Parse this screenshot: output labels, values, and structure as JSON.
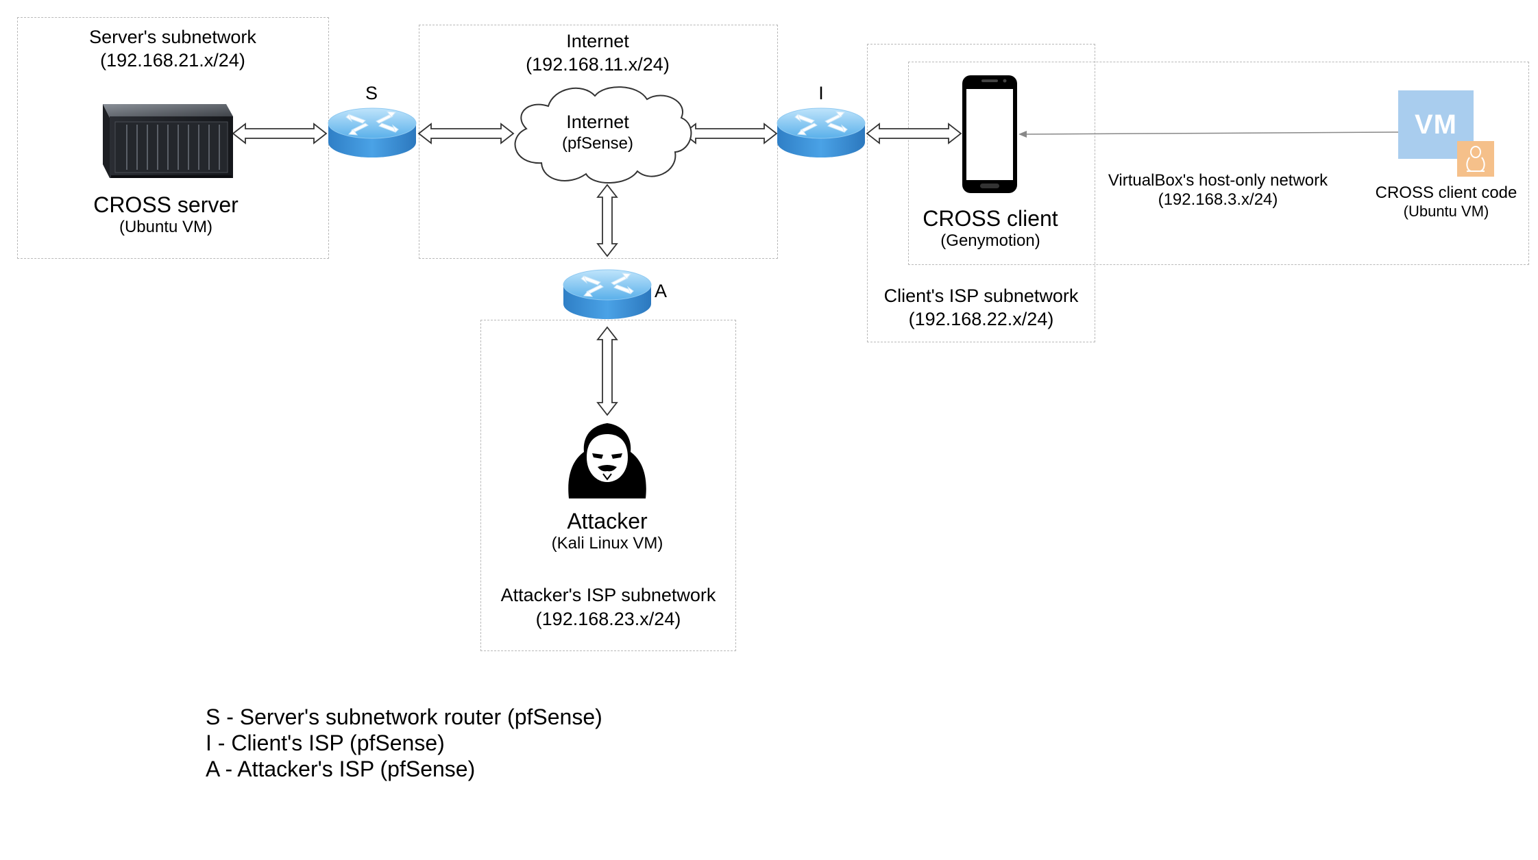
{
  "server_subnet": {
    "title": "Server's subnetwork",
    "range": "(192.168.21.x/24)",
    "node_name": "CROSS server",
    "node_sub": "(Ubuntu VM)",
    "router_label": "S"
  },
  "internet": {
    "title": "Internet",
    "range": "(192.168.11.x/24)",
    "cloud_name": "Internet",
    "cloud_sub": "(pfSense)"
  },
  "client_isp": {
    "router_label": "I",
    "node_name": "CROSS client",
    "node_sub": "(Genymotion)",
    "title": "Client's ISP subnetwork",
    "range": "(192.168.22.x/24)"
  },
  "host_only": {
    "title": "VirtualBox's host-only network",
    "range": "(192.168.3.x/24)",
    "vm_badge": "VM",
    "vm_name": "CROSS client code",
    "vm_sub": "(Ubuntu VM)"
  },
  "attacker": {
    "router_label": "A",
    "node_name": "Attacker",
    "node_sub": "(Kali Linux VM)",
    "title": "Attacker's ISP subnetwork",
    "range": "(192.168.23.x/24)"
  },
  "legend": [
    "S - Server's subnetwork router (pfSense)",
    "I - Client's ISP (pfSense)",
    "A - Attacker's ISP (pfSense)"
  ],
  "colors": {
    "router_blue": "#4a9fe0",
    "vm_blue": "#a9cdee",
    "linux_orange": "#f5c08a",
    "box_border": "#b8b8b8"
  }
}
